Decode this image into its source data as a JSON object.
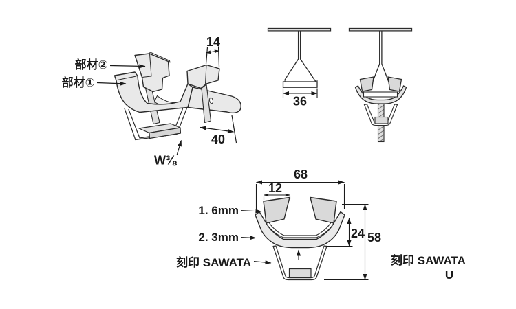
{
  "iso": {
    "label_part2": "部材②",
    "label_part1": "部材①",
    "dim_tab_depth": "14",
    "dim_depth": "40",
    "label_thread": "W⅜"
  },
  "tbar": {
    "dim_flange_width": "36"
  },
  "section": {
    "dim_overall_width": "68",
    "dim_tab_width": "12",
    "dim_inner_depth": "24",
    "dim_overall_height": "58",
    "label_thickness_inner": "1. 6mm",
    "label_thickness_outer": "2. 3mm",
    "label_stamp_left": "刻印 SAWATA",
    "label_stamp_right_line1": "刻印 SAWATA",
    "label_stamp_right_line2": "U"
  },
  "colors": {
    "line": "#2b2b2b",
    "fill_light": "#e9e9e9",
    "fill_gray": "#d9d9d9",
    "background": "#ffffff"
  }
}
